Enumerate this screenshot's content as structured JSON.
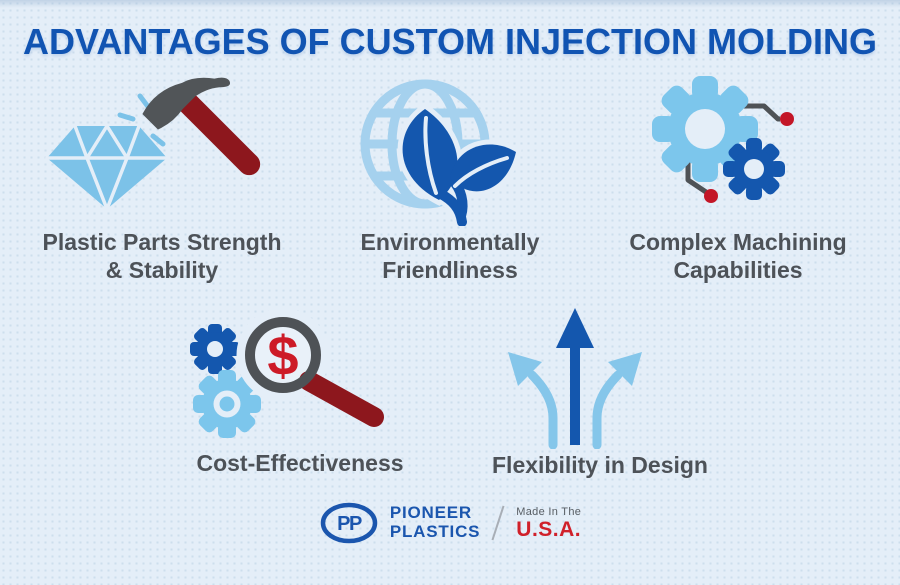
{
  "title": "ADVANTAGES OF CUSTOM INJECTION MOLDING",
  "features": [
    {
      "label": "Plastic Parts Strength\n& Stability",
      "icon": "diamond-hammer-icon"
    },
    {
      "label": "Environmentally\nFriendliness",
      "icon": "globe-leaves-icon"
    },
    {
      "label": "Complex Machining\nCapabilities",
      "icon": "gears-circuit-icon"
    },
    {
      "label": "Cost-Effectiveness",
      "icon": "gears-magnifier-dollar-icon"
    },
    {
      "label": "Flexibility in Design",
      "icon": "branching-arrows-icon"
    }
  ],
  "icon_text": {
    "dollar_sign": "$"
  },
  "footer": {
    "monogram": "PP",
    "brand_line1": "PIONEER",
    "brand_line2": "PLASTICS",
    "made_in": "Made In The",
    "usa": "U.S.A."
  },
  "colors": {
    "background": "#e4eef8",
    "dot_pattern": "#cddeed",
    "title_blue": "#1154b2",
    "label_gray": "#4d5258",
    "light_blue": "#7cc6ec",
    "pale_blue": "#a5d1ee",
    "dark_blue": "#1457ae",
    "dark_red": "#8d171d",
    "red": "#cd1b27",
    "dark_gray": "#4e5256",
    "brand_blue": "#1b56ae"
  }
}
